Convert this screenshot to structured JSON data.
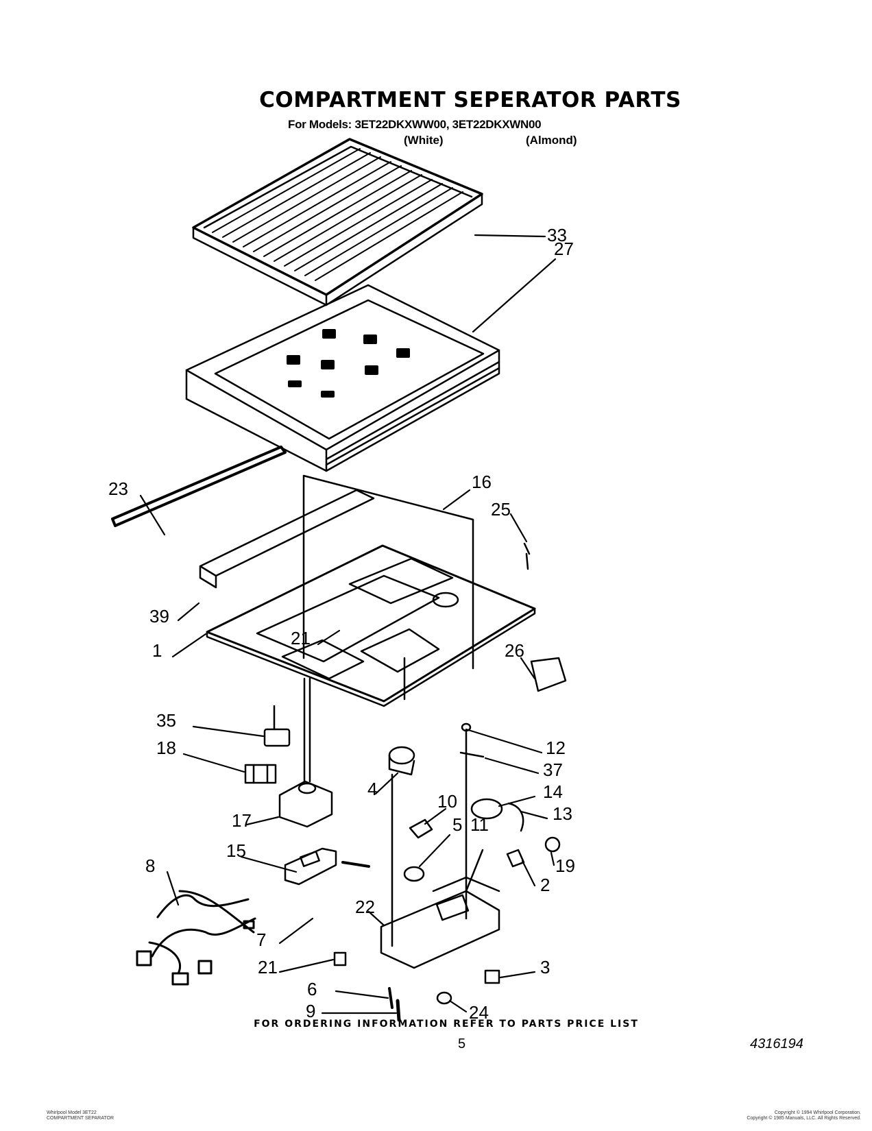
{
  "header": {
    "title": "COMPARTMENT SEPERATOR PARTS",
    "models_line": "For Models: 3ET22DKXWW00, 3ET22DKXWN00",
    "color_white": "(White)",
    "color_almond": "(Almond)"
  },
  "callouts": [
    "33",
    "27",
    "23",
    "16",
    "25",
    "39",
    "21",
    "1",
    "26",
    "35",
    "18",
    "12",
    "37",
    "4",
    "10",
    "14",
    "11",
    "13",
    "17",
    "15",
    "19",
    "8",
    "22",
    "2",
    "7",
    "21",
    "3",
    "6",
    "24",
    "9",
    "5"
  ],
  "footer": {
    "ordering_note": "FOR ORDERING INFORMATION REFER TO PARTS PRICE LIST",
    "page_number": "5",
    "document_number": "4316194"
  },
  "fine_print": {
    "left_line1": "Whirlpool Model 3ET22",
    "left_line2": "COMPARTMENT SEPARATOR",
    "right_line1": "Copyright © 1994 Whirlpool Corporation.",
    "right_line2": "Copyright © 1985 Manuals, LLC. All Rights Reserved."
  }
}
